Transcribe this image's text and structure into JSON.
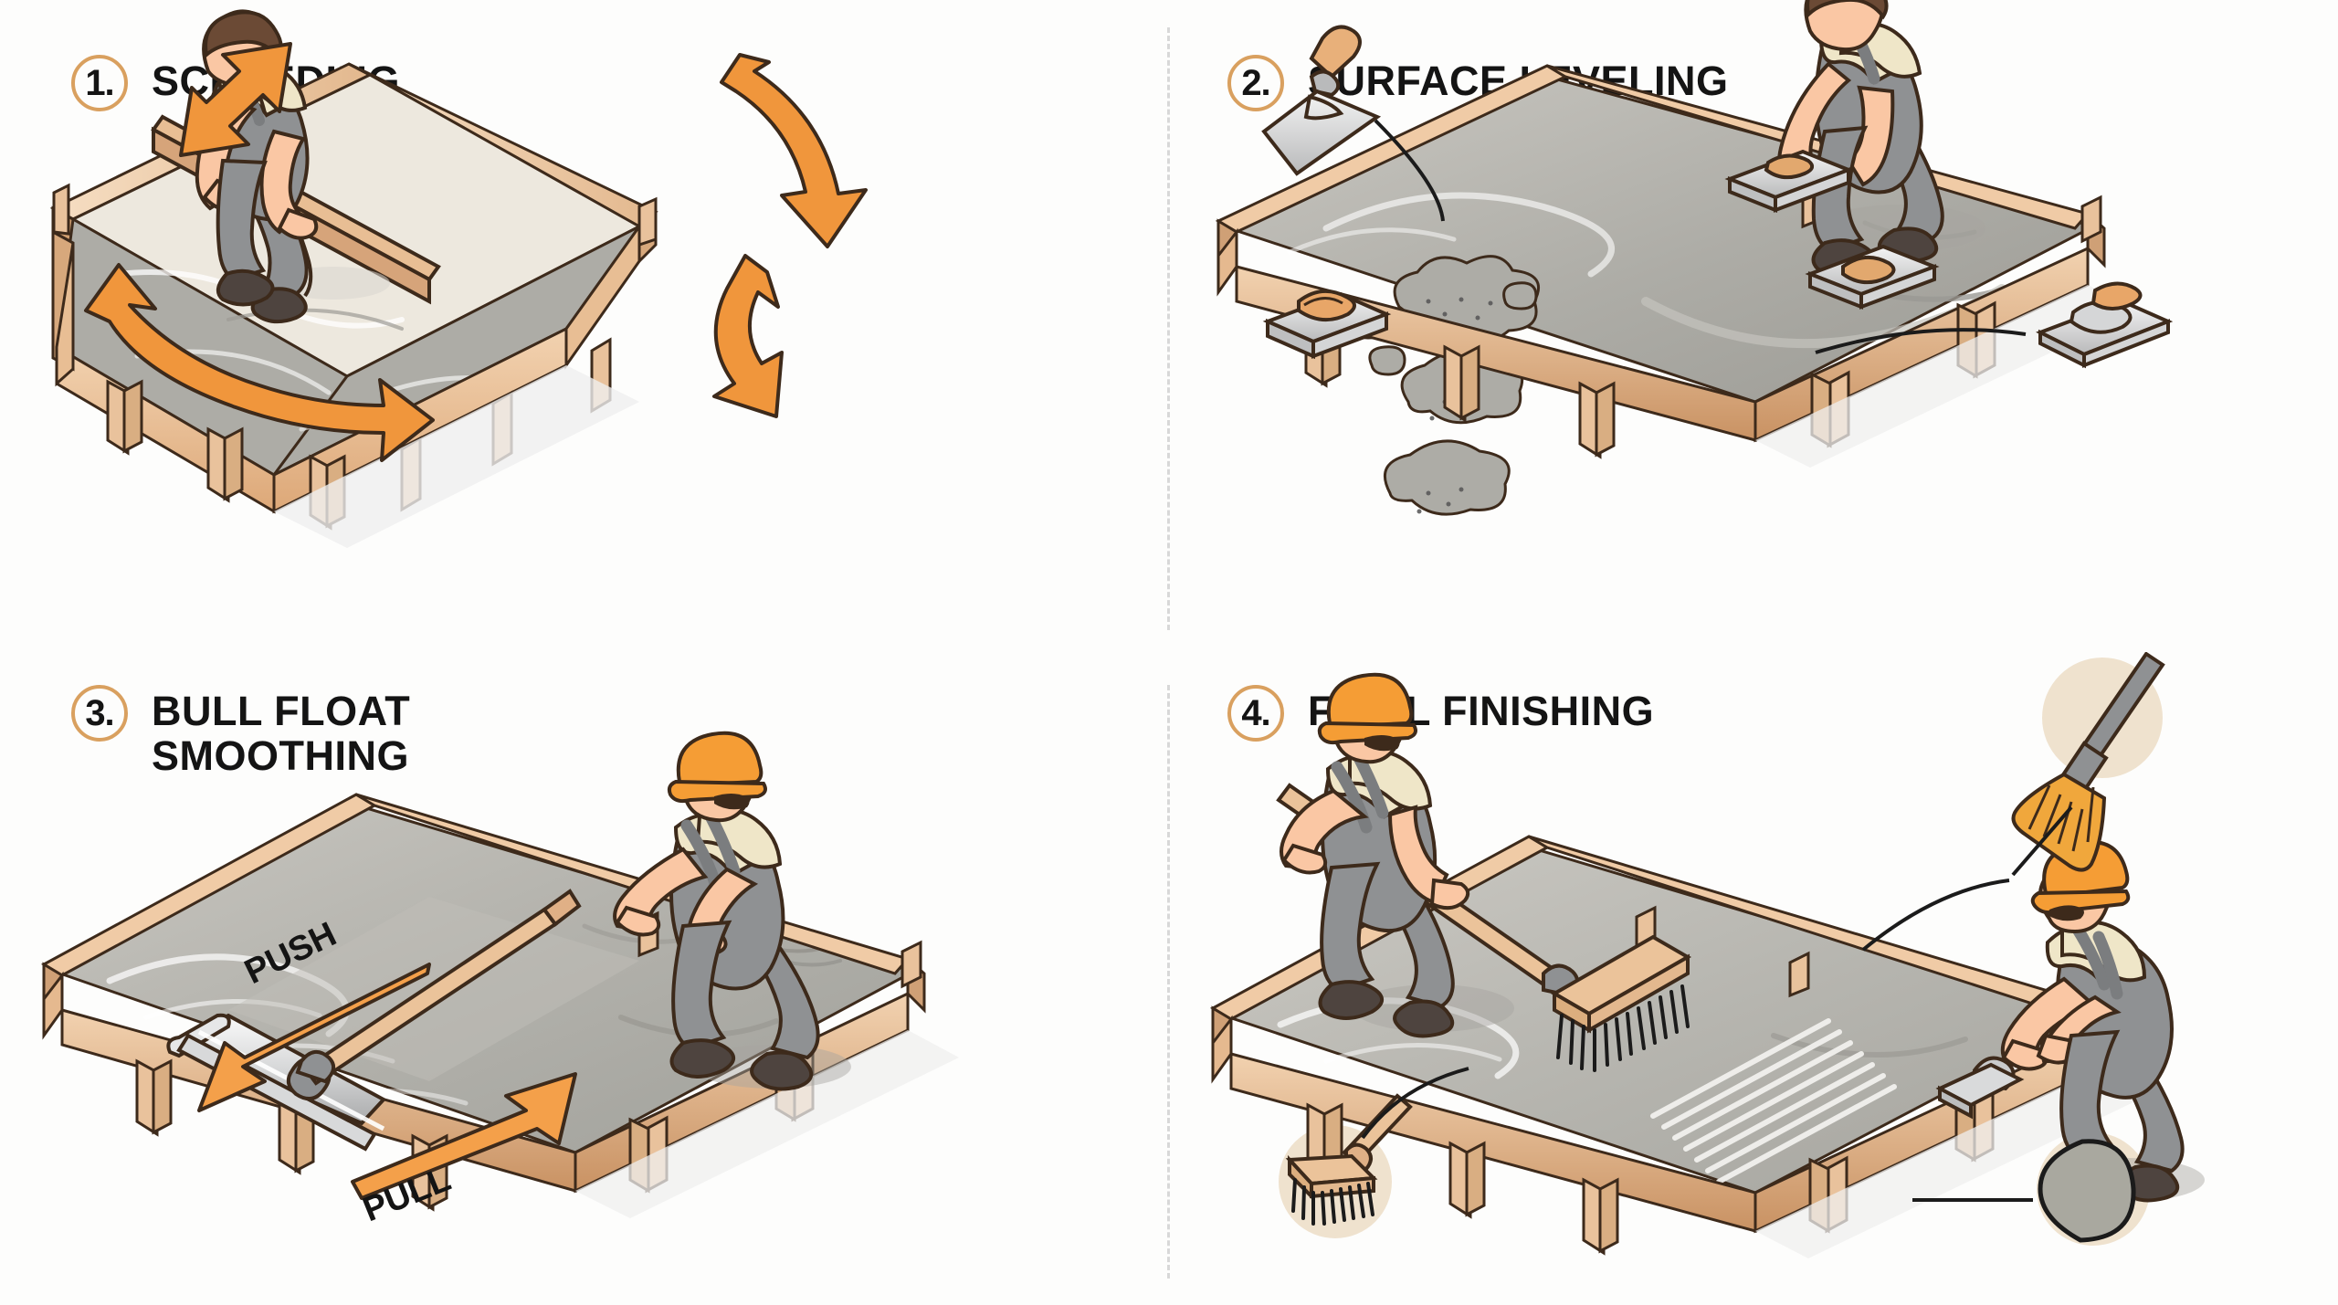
{
  "infographic": {
    "subject": "Concrete slab finishing process",
    "background_color": "#fdfdfc",
    "accent_color": "#F0963C",
    "badge_border_color": "#d9a05f",
    "wood_color": "#E9BE95",
    "concrete_wet_color": "#ADACA6",
    "concrete_dry_color": "#EDE8DE",
    "overall_color": "#8F9193",
    "shirt_color": "#EFE6C8",
    "skin_color": "#FAC7A4",
    "helmet_color": "#F59D35",
    "badge_circle_color": "#EFE2CE"
  },
  "panels": [
    {
      "number": "1.",
      "title": "SCREEDING",
      "icon": "screed-board-icon",
      "arrows": [
        {
          "name": "double-straight-arrow",
          "direction": "diagonal-bidirectional"
        },
        {
          "name": "curved-sweep-arrow",
          "direction": "down-right"
        },
        {
          "name": "small-curl-arrow",
          "direction": "loop-down"
        },
        {
          "name": "curved-double-arrow",
          "direction": "bidirectional-sweep"
        }
      ],
      "worker_count": 1,
      "labels": []
    },
    {
      "number": "2.",
      "title": "SURFACE LEVELING",
      "icon": "hand-float-icon",
      "tools": [
        {
          "name": "pointed-trowel-icon",
          "label": ""
        },
        {
          "name": "hand-float-icon",
          "label": ""
        },
        {
          "name": "steel-trowel-icon",
          "label": ""
        },
        {
          "name": "bull-float-pad-icon",
          "label": ""
        }
      ],
      "worker_count": 1,
      "labels": []
    },
    {
      "number": "3.",
      "title": "BULL FLOAT\nSMOOTHING",
      "icon": "bull-float-icon",
      "arrows": [
        {
          "name": "push-arrow",
          "label": "PUSH",
          "direction": "down-left"
        },
        {
          "name": "pull-arrow",
          "label": "PULL",
          "direction": "up-right"
        }
      ],
      "worker_count": 1,
      "labels": [
        "PUSH",
        "PULL"
      ]
    },
    {
      "number": "4.",
      "title": "FINAL FINISHING",
      "icon": "broom-icon",
      "tools": [
        {
          "name": "push-broom-badge-icon",
          "label": ""
        },
        {
          "name": "broom-badge-icon",
          "label": ""
        },
        {
          "name": "edging-tool-badge-icon",
          "label": ""
        }
      ],
      "worker_count": 2,
      "labels": []
    }
  ]
}
